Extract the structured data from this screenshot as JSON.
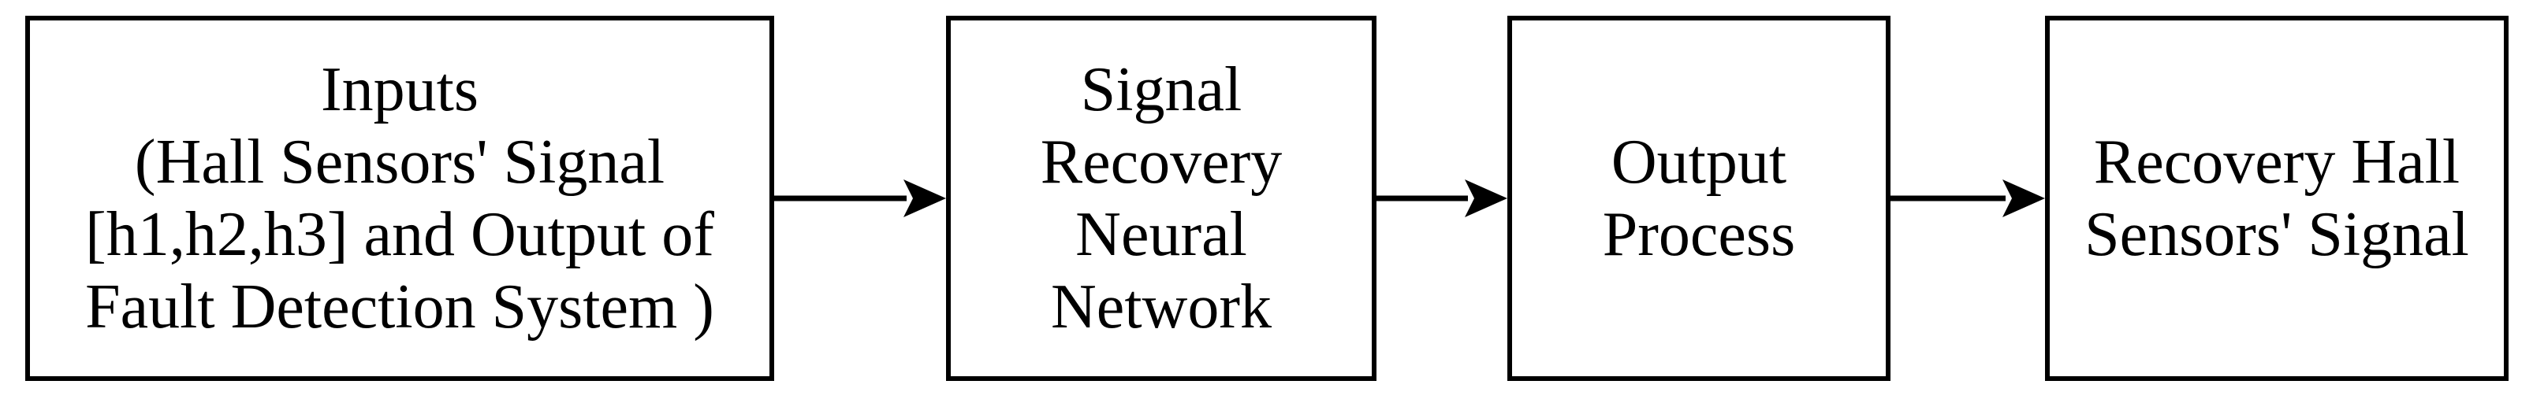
{
  "blocks": [
    {
      "lines": [
        "Inputs",
        "(Hall Sensors' Signal",
        "[h1,h2,h3] and Output of",
        "Fault Detection System )"
      ]
    },
    {
      "lines": [
        "Signal",
        "Recovery",
        "Neural",
        "Network"
      ]
    },
    {
      "lines": [
        "Output",
        "Process"
      ]
    },
    {
      "lines": [
        "Recovery Hall",
        "Sensors' Signal"
      ]
    }
  ],
  "colors": {
    "stroke": "#000000",
    "background": "#ffffff"
  }
}
